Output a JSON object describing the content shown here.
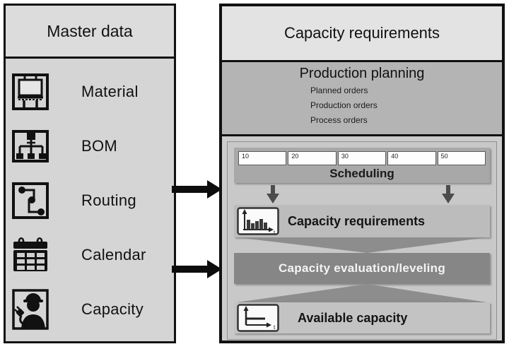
{
  "left_panel": {
    "title": "Master data",
    "items": [
      {
        "label": "Material",
        "icon": "blackboard-icon"
      },
      {
        "label": "BOM",
        "icon": "bom-hierarchy-icon"
      },
      {
        "label": "Routing",
        "icon": "routing-path-icon"
      },
      {
        "label": "Calendar",
        "icon": "calendar-icon"
      },
      {
        "label": "Capacity",
        "icon": "worker-plug-icon"
      }
    ]
  },
  "right_panel": {
    "title": "Capacity requirements",
    "production_planning": {
      "title": "Production planning",
      "items": [
        "Planned orders",
        "Production orders",
        "Process orders"
      ]
    },
    "scheduling": {
      "operations": [
        "10",
        "20",
        "30",
        "40",
        "50"
      ],
      "label": "Scheduling"
    },
    "flow": {
      "capacity_requirements_label": "Capacity requirements",
      "capacity_evaluation_label": "Capacity evaluation/leveling",
      "available_capacity_label": "Available capacity"
    },
    "time_axis_label": "t"
  },
  "colors": {
    "panel_border": "#111111",
    "left_panel_bg": "#d5d5d5",
    "right_header_bg": "#e3e3e3",
    "production_planning_bg": "#b4b4b4",
    "scheduling_band_bg": "#a8a8a8",
    "evaluation_box_bg": "#868686",
    "funnel_gray": "#8d8d8d",
    "connector_black": "#0d0d0d"
  }
}
